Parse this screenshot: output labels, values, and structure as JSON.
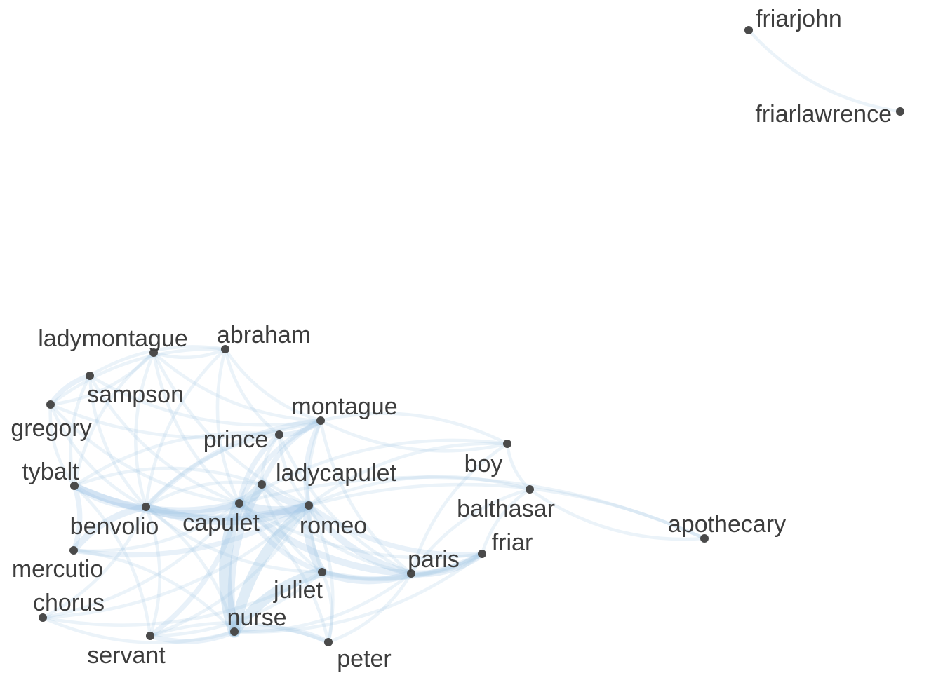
{
  "colors": {
    "edge": "#9fc5e4",
    "node": "#4a4a4a",
    "label": "#3d3d3d"
  },
  "nodes": [
    {
      "id": "friarjohn",
      "label": "friarjohn"
    },
    {
      "id": "friarlawrence",
      "label": "friarlawrence"
    },
    {
      "id": "ladymontague",
      "label": "ladymontague"
    },
    {
      "id": "abraham",
      "label": "abraham"
    },
    {
      "id": "sampson",
      "label": "sampson"
    },
    {
      "id": "gregory",
      "label": "gregory"
    },
    {
      "id": "montague",
      "label": "montague"
    },
    {
      "id": "prince",
      "label": "prince"
    },
    {
      "id": "boy",
      "label": "boy"
    },
    {
      "id": "ladycapulet",
      "label": "ladycapulet"
    },
    {
      "id": "tybalt",
      "label": "tybalt"
    },
    {
      "id": "balthasar",
      "label": "balthasar"
    },
    {
      "id": "benvolio",
      "label": "benvolio"
    },
    {
      "id": "capulet",
      "label": "capulet"
    },
    {
      "id": "romeo",
      "label": "romeo"
    },
    {
      "id": "apothecary",
      "label": "apothecary"
    },
    {
      "id": "friar",
      "label": "friar"
    },
    {
      "id": "mercutio",
      "label": "mercutio"
    },
    {
      "id": "paris",
      "label": "paris"
    },
    {
      "id": "juliet",
      "label": "juliet"
    },
    {
      "id": "chorus",
      "label": "chorus"
    },
    {
      "id": "nurse",
      "label": "nurse"
    },
    {
      "id": "servant",
      "label": "servant"
    },
    {
      "id": "peter",
      "label": "peter"
    }
  ],
  "edges": [
    [
      "friarjohn",
      "friarlawrence",
      1
    ],
    [
      "romeo",
      "nurse",
      5
    ],
    [
      "capulet",
      "nurse",
      6
    ],
    [
      "juliet",
      "nurse",
      5
    ],
    [
      "romeo",
      "juliet",
      4
    ],
    [
      "capulet",
      "ladycapulet",
      5
    ],
    [
      "capulet",
      "romeo",
      4
    ],
    [
      "ladycapulet",
      "romeo",
      3
    ],
    [
      "benvolio",
      "romeo",
      4
    ],
    [
      "benvolio",
      "capulet",
      3
    ],
    [
      "tybalt",
      "romeo",
      3
    ],
    [
      "tybalt",
      "capulet",
      3
    ],
    [
      "capulet",
      "paris",
      3
    ],
    [
      "juliet",
      "paris",
      3
    ],
    [
      "ladycapulet",
      "nurse",
      3
    ],
    [
      "romeo",
      "paris",
      3
    ],
    [
      "paris",
      "friar",
      3
    ],
    [
      "romeo",
      "friar",
      2
    ],
    [
      "juliet",
      "friar",
      2
    ],
    [
      "benvolio",
      "mercutio",
      3
    ],
    [
      "mercutio",
      "tybalt",
      2
    ],
    [
      "mercutio",
      "romeo",
      2
    ],
    [
      "servant",
      "capulet",
      2
    ],
    [
      "servant",
      "nurse",
      2
    ],
    [
      "peter",
      "nurse",
      2
    ],
    [
      "peter",
      "juliet",
      1
    ],
    [
      "prince",
      "montague",
      2
    ],
    [
      "prince",
      "capulet",
      2
    ],
    [
      "montague",
      "ladycapulet",
      2
    ],
    [
      "montague",
      "benvolio",
      2
    ],
    [
      "montague",
      "romeo",
      2
    ],
    [
      "montague",
      "capulet",
      2
    ],
    [
      "ladymontague",
      "montague",
      1
    ],
    [
      "ladymontague",
      "capulet",
      1
    ],
    [
      "ladymontague",
      "benvolio",
      1
    ],
    [
      "ladymontague",
      "tybalt",
      1
    ],
    [
      "abraham",
      "sampson",
      1
    ],
    [
      "abraham",
      "gregory",
      1
    ],
    [
      "abraham",
      "benvolio",
      1
    ],
    [
      "abraham",
      "capulet",
      1
    ],
    [
      "abraham",
      "montague",
      1
    ],
    [
      "abraham",
      "prince",
      1
    ],
    [
      "sampson",
      "gregory",
      2
    ],
    [
      "sampson",
      "benvolio",
      1
    ],
    [
      "sampson",
      "tybalt",
      1
    ],
    [
      "sampson",
      "capulet",
      1
    ],
    [
      "sampson",
      "montague",
      1
    ],
    [
      "gregory",
      "benvolio",
      1
    ],
    [
      "gregory",
      "tybalt",
      1
    ],
    [
      "gregory",
      "capulet",
      1
    ],
    [
      "gregory",
      "montague",
      1
    ],
    [
      "gregory",
      "ladymontague",
      1
    ],
    [
      "boy",
      "romeo",
      1
    ],
    [
      "boy",
      "paris",
      1
    ],
    [
      "boy",
      "capulet",
      1
    ],
    [
      "boy",
      "montague",
      1
    ],
    [
      "boy",
      "balthasar",
      1
    ],
    [
      "balthasar",
      "romeo",
      1
    ],
    [
      "balthasar",
      "paris",
      1
    ],
    [
      "balthasar",
      "apothecary",
      1
    ],
    [
      "balthasar",
      "friar",
      1
    ],
    [
      "apothecary",
      "romeo",
      1
    ],
    [
      "apothecary",
      "capulet",
      1
    ],
    [
      "chorus",
      "romeo",
      1
    ],
    [
      "chorus",
      "juliet",
      1
    ],
    [
      "chorus",
      "capulet",
      1
    ],
    [
      "chorus",
      "nurse",
      1
    ],
    [
      "servant",
      "romeo",
      1
    ],
    [
      "servant",
      "benvolio",
      1
    ],
    [
      "servant",
      "juliet",
      1
    ],
    [
      "servant",
      "tybalt",
      1
    ],
    [
      "peter",
      "capulet",
      1
    ],
    [
      "peter",
      "romeo",
      1
    ],
    [
      "peter",
      "paris",
      1
    ],
    [
      "nurse",
      "benvolio",
      1
    ],
    [
      "nurse",
      "mercutio",
      1
    ],
    [
      "nurse",
      "paris",
      1
    ],
    [
      "nurse",
      "friar",
      1
    ],
    [
      "ladycapulet",
      "paris",
      1
    ],
    [
      "ladycapulet",
      "juliet",
      1
    ],
    [
      "ladycapulet",
      "tybalt",
      1
    ],
    [
      "ladycapulet",
      "benvolio",
      1
    ],
    [
      "prince",
      "romeo",
      1
    ],
    [
      "prince",
      "benvolio",
      1
    ],
    [
      "prince",
      "ladycapulet",
      1
    ],
    [
      "prince",
      "paris",
      1
    ],
    [
      "prince",
      "tybalt",
      1
    ],
    [
      "montague",
      "paris",
      1
    ],
    [
      "montague",
      "juliet",
      1
    ],
    [
      "montague",
      "boy",
      1
    ],
    [
      "ladymontague",
      "romeo",
      1
    ],
    [
      "ladymontague",
      "abraham",
      1
    ],
    [
      "capulet",
      "juliet",
      2
    ],
    [
      "capulet",
      "friar",
      1
    ],
    [
      "benvolio",
      "juliet",
      1
    ],
    [
      "tybalt",
      "benvolio",
      2
    ],
    [
      "mercutio",
      "capulet",
      1
    ],
    [
      "juliet",
      "friar",
      1
    ],
    [
      "paris",
      "friar",
      1
    ],
    [
      "peter",
      "servant",
      1
    ],
    [
      "chorus",
      "benvolio",
      1
    ]
  ]
}
